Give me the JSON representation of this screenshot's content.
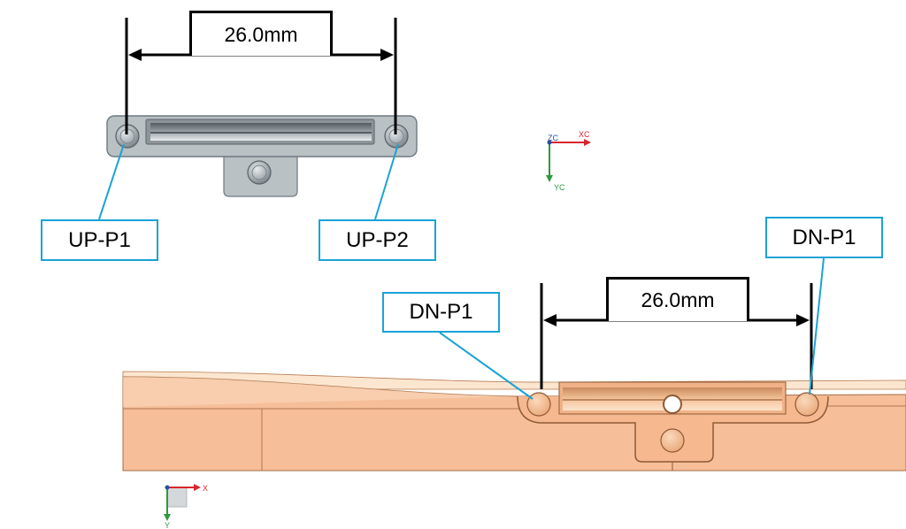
{
  "top_view": {
    "dimension_label": "26.0mm",
    "callouts": [
      "UP-P1",
      "UP-P2"
    ]
  },
  "bottom_view": {
    "dimension_label": "26.0mm",
    "callouts": [
      "DN-P1",
      "DN-P1"
    ]
  },
  "triad_top": {
    "x_label": "XC",
    "y_label": "YC",
    "z_label": "ZC"
  },
  "triad_bottom": {
    "x_label": "X",
    "y_label": "Y"
  },
  "colors": {
    "callout_border": "#1aa3d6",
    "leader": "#1aa3d6",
    "part_gray": "#b9c1c5",
    "part_orange": "#f6bf99",
    "part_orange_light": "#fad9bd"
  }
}
